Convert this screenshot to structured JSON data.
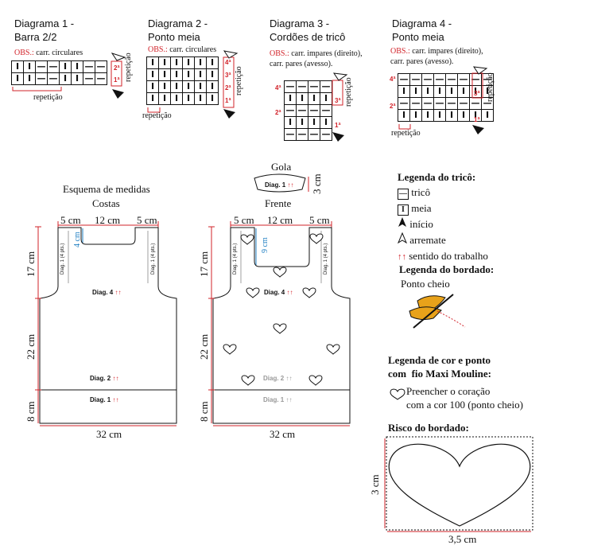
{
  "diagrams": [
    {
      "title_line1": "Diagrama 1 -",
      "title_line2": "Barra 2/2",
      "obs_label": "OBS.:",
      "obs_text": "carr. circulares",
      "repeat": "repetição",
      "rows": [
        [
          "I",
          "I",
          "—",
          "—",
          "I",
          "I",
          "—",
          "—"
        ],
        [
          "I",
          "I",
          "—",
          "—",
          "I",
          "I",
          "—",
          "—"
        ]
      ],
      "row_labels": [
        "2ª",
        "1ª"
      ],
      "side_label": "repetição"
    },
    {
      "title_line1": "Diagrama 2 -",
      "title_line2": "Ponto meia",
      "obs_label": "OBS.:",
      "obs_text": "carr. circulares",
      "repeat": "repetição",
      "rows": [
        [
          "I",
          "I",
          "I",
          "I",
          "I",
          "I"
        ],
        [
          "I",
          "I",
          "I",
          "I",
          "I",
          "I"
        ],
        [
          "I",
          "I",
          "I",
          "I",
          "I",
          "I"
        ],
        [
          "I",
          "I",
          "I",
          "I",
          "I",
          "I"
        ]
      ],
      "row_labels": [
        "4ª",
        "3ª",
        "2ª",
        "1ª"
      ],
      "side_label": "repetição"
    },
    {
      "title_line1": "Diagrama 3 -",
      "title_line2": "Cordões de tricô",
      "obs_label": "OBS.:",
      "obs_text_line1": "carr. impares (direito),",
      "obs_text_line2": "carr. pares (avesso).",
      "rows": [
        [
          "—",
          "—",
          "—",
          "—"
        ],
        [
          "I",
          "I",
          "I",
          "I"
        ],
        [
          "—",
          "—",
          "—",
          "—"
        ],
        [
          "I",
          "I",
          "I",
          "I"
        ],
        [
          "—",
          "—",
          "—",
          "—"
        ]
      ],
      "row_labels": [
        "4ª",
        "3ª",
        "2ª",
        "1ª"
      ],
      "side_label": "repetição"
    },
    {
      "title_line1": "Diagrama 4 -",
      "title_line2": "Ponto meia",
      "obs_label": "OBS.:",
      "obs_text_line1": "carr. impares (direito),",
      "obs_text_line2": "carr. pares (avesso).",
      "repeat": "repetição",
      "rows": [
        [
          "—",
          "—",
          "—",
          "—",
          "—",
          "—",
          "—",
          "—"
        ],
        [
          "I",
          "I",
          "I",
          "I",
          "I",
          "I",
          "I",
          "I"
        ],
        [
          "—",
          "—",
          "—",
          "—",
          "—",
          "—",
          "—",
          "—"
        ],
        [
          "I",
          "I",
          "I",
          "I",
          "I",
          "I",
          "I",
          "I"
        ]
      ],
      "row_labels": [
        "4ª",
        "3ª",
        "2ª",
        "1ª"
      ],
      "side_label": "repetição"
    }
  ],
  "costas": {
    "title": "Esquema de medidas",
    "subtitle": "Costas",
    "top_left": "5 cm",
    "top_mid": "12 cm",
    "top_right": "5 cm",
    "neck": "4 cm",
    "strap_label": "Diag. 1 (4 pts.)",
    "h17": "17 cm",
    "h22": "22 cm",
    "h8": "8 cm",
    "width": "32 cm",
    "diag4": "Diag. 4",
    "diag2": "Diag. 2",
    "diag1": "Diag. 1",
    "arrows": "↑↑"
  },
  "frente": {
    "gola_title": "Gola",
    "gola_diag": "Diag. 1",
    "gola_height": "3 cm",
    "subtitle": "Frente",
    "top_left": "5 cm",
    "top_mid": "12 cm",
    "top_right": "5 cm",
    "neck": "9 cm",
    "strap_label": "Diag. 1 (4 pts.)",
    "h17": "17 cm",
    "h22": "22 cm",
    "h8": "8 cm",
    "width": "32 cm",
    "diag4": "Diag. 4",
    "diag2": "Diag. 2",
    "diag1": "Diag. 1",
    "arrows": "↑↑"
  },
  "legend_trico": {
    "title": "Legenda do tricô:",
    "items": [
      {
        "symbol": "—",
        "label": "tricô"
      },
      {
        "symbol": "I",
        "label": "meia"
      },
      {
        "symbol": "➤",
        "label": "início"
      },
      {
        "symbol": "⮝",
        "label": "arremate"
      },
      {
        "symbol": "↑↑",
        "label": "sentido do trabalho"
      }
    ]
  },
  "legend_bordado": {
    "title": "Legenda do bordado:",
    "item": "Ponto cheio"
  },
  "legend_cor": {
    "title_line1": "Legenda de cor e ponto",
    "title_line2": "com  fio Maxi Mouline:",
    "item_line1": "Preencher o coração",
    "item_line2": "com a cor 100 (ponto cheio)"
  },
  "risco": {
    "title": "Risco do bordado:",
    "height": "3 cm",
    "width": "3,5 cm"
  },
  "colors": {
    "red": "#d2232a",
    "blue": "#1f7fc2",
    "gray": "#999999",
    "gold": "#e8a21a"
  }
}
